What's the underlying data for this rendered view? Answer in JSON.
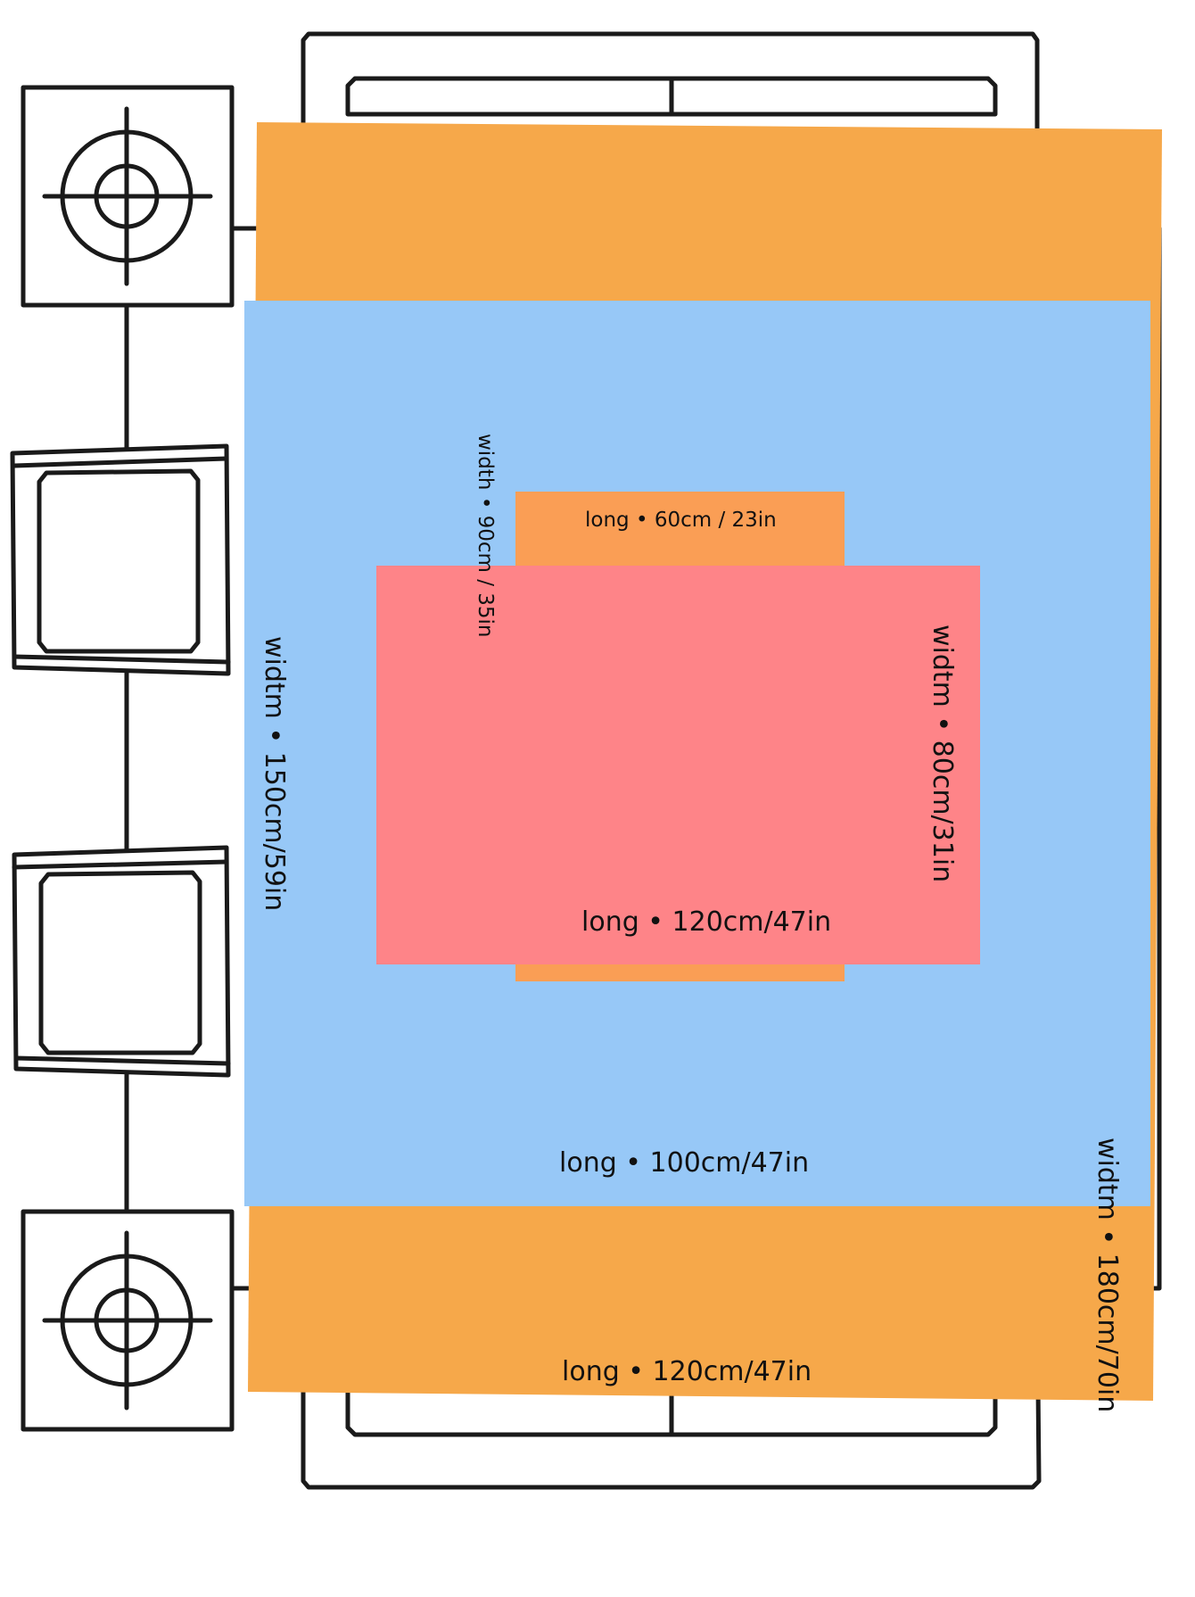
{
  "colors": {
    "rug_large": "#F6A84A",
    "rug_medium": "#97C8F7",
    "rug_small_top": "#FA9E55",
    "rug_small": "#FE8488",
    "stroke": "#1a1a1a"
  },
  "icons": {
    "lamp_top": "lamp-icon",
    "lamp_bottom": "lamp-icon",
    "chair_top": "armchair-icon",
    "chair_bottom": "armchair-icon",
    "sofa": "sofa-icon"
  },
  "labels": {
    "large_long": "long • 120cm/47in",
    "large_width": "widtm • 180cm/70in",
    "medium_long": "long • 100cm/47in",
    "medium_width": "widtm • 150cm/59in",
    "small_long": "long • 120cm/47in",
    "small_width": "widtm • 80cm/31in",
    "tiny_long": "long • 60cm / 23in",
    "tiny_width": "width • 90cm / 35in"
  }
}
